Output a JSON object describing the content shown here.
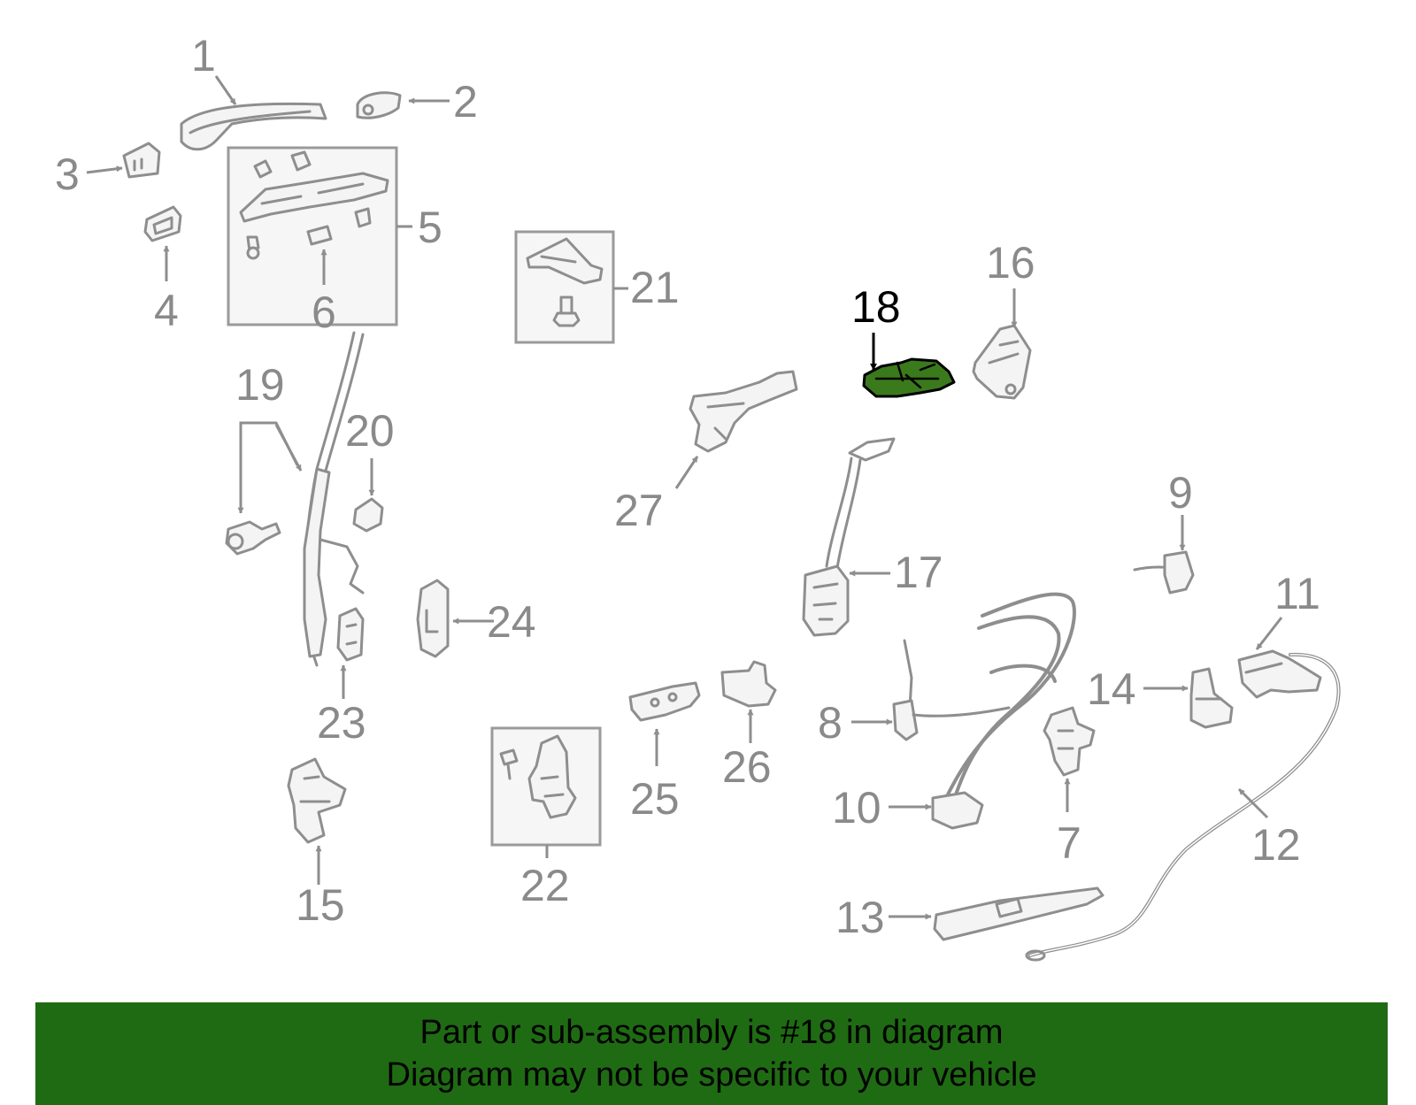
{
  "diagram": {
    "highlighted_part": "18",
    "highlight_color": "#3b7a1c",
    "callouts": [
      "1",
      "2",
      "3",
      "4",
      "5",
      "6",
      "7",
      "8",
      "9",
      "10",
      "11",
      "12",
      "13",
      "14",
      "15",
      "16",
      "17",
      "18",
      "19",
      "20",
      "21",
      "22",
      "23",
      "24",
      "25",
      "26",
      "27"
    ]
  },
  "banner": {
    "line1": "Part or sub-assembly is #18 in diagram",
    "line2": "Diagram may not be specific to your vehicle",
    "background_color": "#1f6b13"
  }
}
